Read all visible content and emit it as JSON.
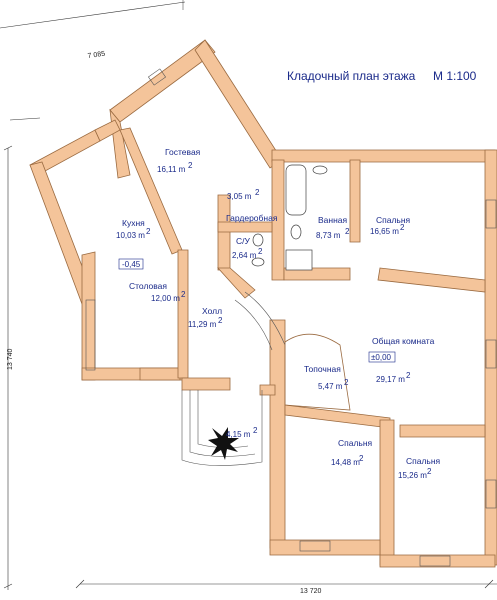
{
  "title": {
    "text": "Кладочный план  этажа",
    "scale": "М 1:100"
  },
  "dimensions": {
    "top": "7 085",
    "left": "13 740",
    "bottom": "13 720"
  },
  "rooms": [
    {
      "id": "gostevaya",
      "name": "Гостевая",
      "area": "16,11 m",
      "sup": "2"
    },
    {
      "id": "kuhnya",
      "name": "Кухня",
      "area": "10,03 m",
      "sup": "2"
    },
    {
      "id": "stolovaya",
      "name": "Столовая",
      "area": "12,00 m",
      "sup": "2"
    },
    {
      "id": "garderob",
      "name": "Гардеробная",
      "area": "3,05 m",
      "sup": "2"
    },
    {
      "id": "su",
      "name": "С/У",
      "area": "2,64 m",
      "sup": "2"
    },
    {
      "id": "vannaya",
      "name": "Ванная",
      "area": "8,73 m",
      "sup": "2"
    },
    {
      "id": "spalnya1",
      "name": "Спальня",
      "area": "16,65 m",
      "sup": "2"
    },
    {
      "id": "holl",
      "name": "Холл",
      "area": "11,29 m",
      "sup": "2"
    },
    {
      "id": "obshaya",
      "name": "Общая комната",
      "area": "29,17 m",
      "sup": "2"
    },
    {
      "id": "topochnaya",
      "name": "Топочная",
      "area": "5,47 m",
      "sup": "2"
    },
    {
      "id": "spalnya2",
      "name": "Спальня",
      "area": "14,48 m",
      "sup": "2"
    },
    {
      "id": "spalnya3",
      "name": "Спальня",
      "area": "15,26 m",
      "sup": "2"
    },
    {
      "id": "kryltso",
      "name": "",
      "area": "4,15 m",
      "sup": "2"
    }
  ],
  "levels": {
    "kitchen": "-0,45",
    "common": "±0,00"
  },
  "colors": {
    "wall": "#f4c49a",
    "text": "#1a2a8a"
  }
}
